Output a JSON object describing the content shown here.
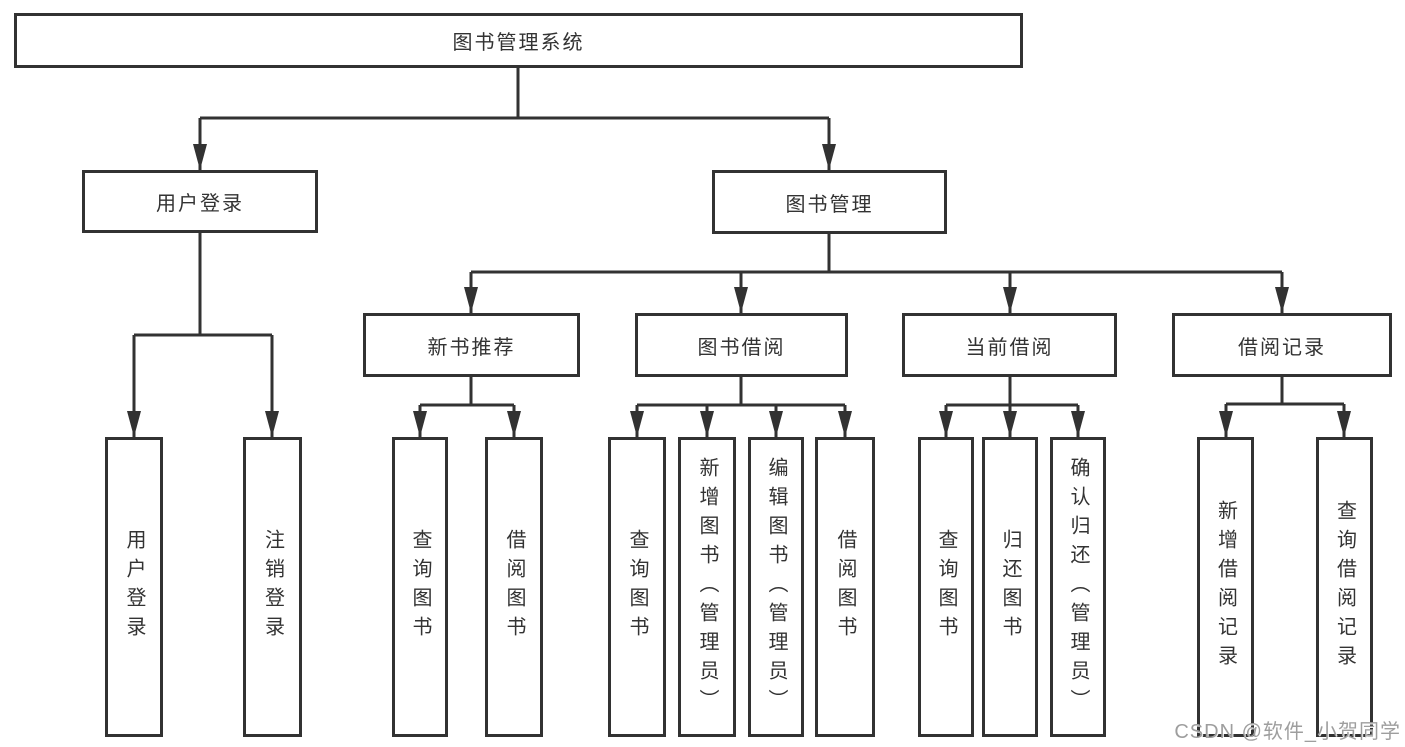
{
  "tree": {
    "label": "图书管理系统",
    "children": [
      {
        "label": "用户登录",
        "children": [
          {
            "label": "用户登录"
          },
          {
            "label": "注销登录"
          }
        ]
      },
      {
        "label": "图书管理",
        "children": [
          {
            "label": "新书推荐",
            "children": [
              {
                "label": "查询图书"
              },
              {
                "label": "借阅图书"
              }
            ]
          },
          {
            "label": "图书借阅",
            "children": [
              {
                "label": "查询图书"
              },
              {
                "label": "新增图书（管理员）"
              },
              {
                "label": "编辑图书（管理员）"
              },
              {
                "label": "借阅图书"
              }
            ]
          },
          {
            "label": "当前借阅",
            "children": [
              {
                "label": "查询图书"
              },
              {
                "label": "归还图书"
              },
              {
                "label": "确认归还（管理员）"
              }
            ]
          },
          {
            "label": "借阅记录",
            "children": [
              {
                "label": "新增借阅记录"
              },
              {
                "label": "查询借阅记录"
              }
            ]
          }
        ]
      }
    ]
  },
  "watermark": {
    "text": "CSDN @软件_小贺同学"
  },
  "colors": {
    "line": "#323232",
    "text": "#333333",
    "background": "#ffffff",
    "watermark": "#9e9e9e"
  }
}
